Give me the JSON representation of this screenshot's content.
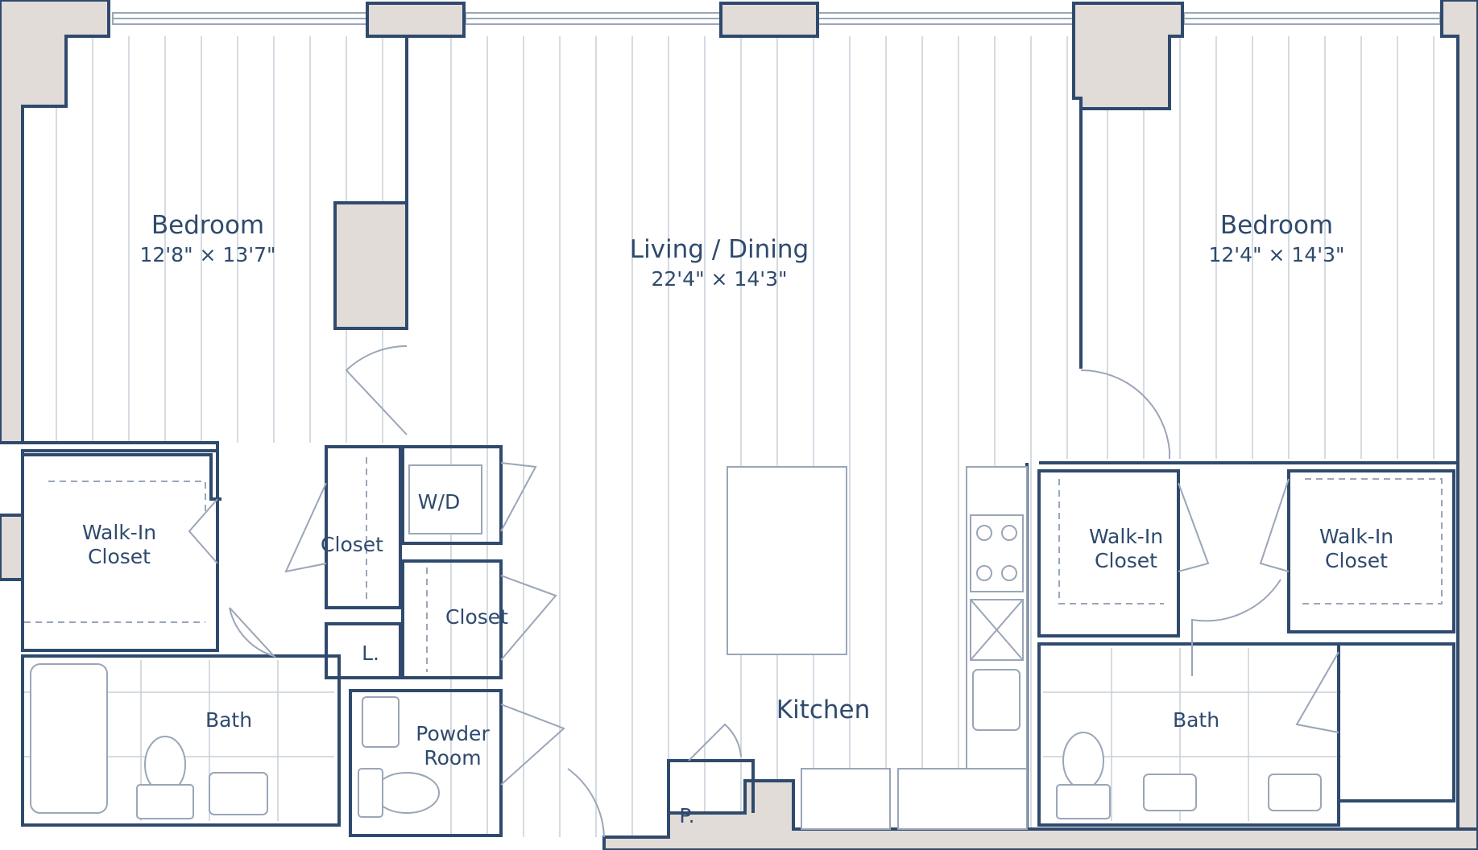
{
  "colors": {
    "wall_fill": "#e2dcd8",
    "wall_stroke": "#2f4a6d",
    "line": "#9aa6b8",
    "text": "#2f4a6d",
    "floor_line": "#c9cfd8"
  },
  "rooms": {
    "bedroom_left": {
      "name": "Bedroom",
      "dims": "12'8\" × 13'7\""
    },
    "living_dining": {
      "name": "Living / Dining",
      "dims": "22'4\" × 14'3\""
    },
    "bedroom_right": {
      "name": "Bedroom",
      "dims": "12'4\" × 14'3\""
    },
    "walkin_left": {
      "line1": "Walk-In",
      "line2": "Closet"
    },
    "walkin_mid_right": {
      "line1": "Walk-In",
      "line2": "Closet"
    },
    "walkin_far_right": {
      "line1": "Walk-In",
      "line2": "Closet"
    },
    "closet_hall": {
      "name": "Closet"
    },
    "closet_mid": {
      "name": "Closet"
    },
    "wd": {
      "name": "W/D"
    },
    "linen": {
      "name": "L."
    },
    "bath_left": {
      "name": "Bath"
    },
    "bath_right": {
      "name": "Bath"
    },
    "powder_room": {
      "line1": "Powder",
      "line2": "Room"
    },
    "kitchen": {
      "name": "Kitchen"
    },
    "pantry": {
      "name": "P."
    }
  }
}
